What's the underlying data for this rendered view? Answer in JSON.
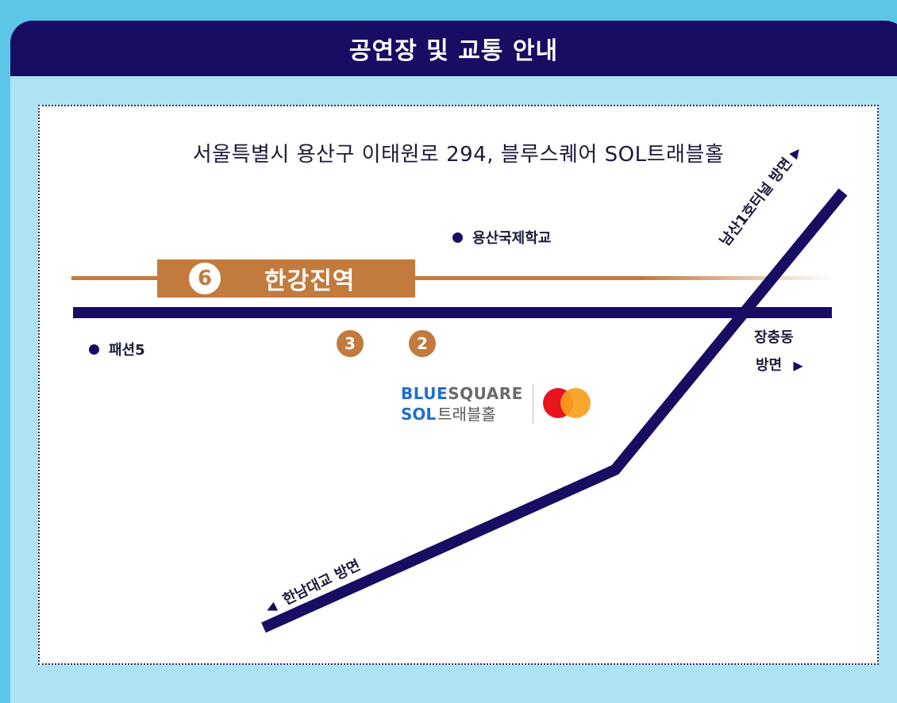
{
  "header": {
    "title": "공연장 및 교통 안내"
  },
  "map": {
    "address": "서울특별시 용산구 이태원로 294, 블루스퀘어 SOL트래블홀",
    "station": {
      "line_number": "6",
      "name": "한강진역"
    },
    "exits": [
      {
        "label": "3"
      },
      {
        "label": "2"
      }
    ],
    "pois": {
      "yongsan_school": "용산국제학교",
      "fashion5": "패션5"
    },
    "directions": {
      "namsan_hotel": "남산1호터널 방면",
      "jangchung_line1": "장충동",
      "jangchung_line2": "방면",
      "hannam_bridge": "한남대교 방면"
    },
    "venue_logo": {
      "part1_blue": "BLUE",
      "part1_gray": "SQUARE",
      "part2_sol": "SOL",
      "part2_hall": "트래블홀"
    },
    "colors": {
      "navy": "#170d63",
      "orange": "#c27a3d",
      "sky": "#aee3f4",
      "bg": "#5cc6e8"
    }
  }
}
